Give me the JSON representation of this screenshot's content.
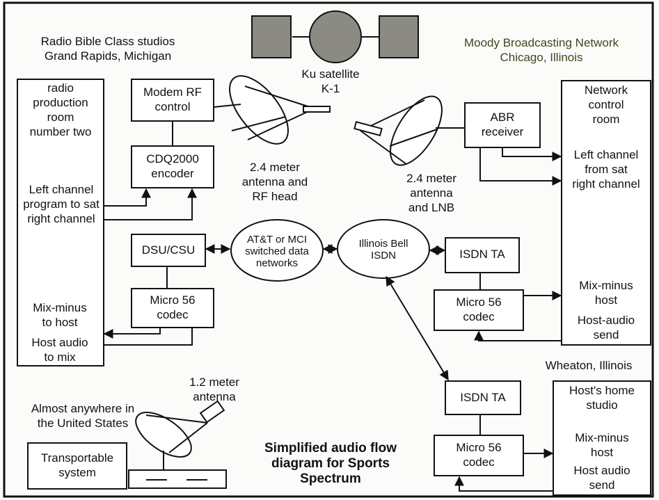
{
  "diagram": {
    "title_lines": [
      "Simplified audio flow",
      "diagram for Sports",
      "Spectrum"
    ],
    "sites": {
      "rbc": [
        "Radio Bible Class studios",
        "Grand Rapids, Michigan"
      ],
      "moody": [
        "Moody Broadcasting Network",
        "Chicago, Illinois"
      ],
      "wheaton": "Wheaton, Illinois",
      "anywhere": [
        "Almost anywhere in",
        "the United States"
      ]
    },
    "satellite": [
      "Ku satellite",
      "K-1"
    ],
    "rooms": {
      "production": [
        "radio",
        "production",
        "room",
        "number two"
      ],
      "network": [
        "Network",
        "control",
        "room"
      ],
      "home": [
        "Host's home",
        "studio"
      ]
    },
    "boxes": {
      "modem": [
        "Modem RF",
        "control"
      ],
      "cdq": [
        "CDQ2000",
        "encoder"
      ],
      "dsu": "DSU/CSU",
      "micro_left": [
        "Micro 56",
        "codec"
      ],
      "abr": [
        "ABR",
        "receiver"
      ],
      "isdn_chicago": "ISDN TA",
      "micro_chicago": [
        "Micro 56",
        "codec"
      ],
      "isdn_wheaton": "ISDN TA",
      "micro_wheaton": [
        "Micro 56",
        "codec"
      ],
      "transportable": [
        "Transportable",
        "system"
      ]
    },
    "networks": {
      "att": [
        "AT&T or MCI",
        "switched data",
        "networks"
      ],
      "ibell": [
        "Illinois Bell",
        "ISDN"
      ]
    },
    "antennas": {
      "left": [
        "2.4 meter",
        "antenna and",
        "RF head"
      ],
      "right": [
        "2.4 meter",
        "antenna",
        "and LNB"
      ],
      "small": [
        "1.2 meter",
        "antenna"
      ]
    },
    "signals": {
      "left_program": [
        "Left channel",
        "program to sat",
        "right channel"
      ],
      "left_mix": [
        "Mix-minus",
        "to host"
      ],
      "left_host_audio": [
        "Host audio",
        "to mix"
      ],
      "right_from_sat": [
        "Left channel",
        "from sat",
        "right channel"
      ],
      "right_mix": [
        "Mix-minus",
        "host"
      ],
      "right_host_audio": [
        "Host-audio",
        "send"
      ],
      "home_mix": [
        "Mix-minus",
        "host"
      ],
      "home_host_audio": [
        "Host audio",
        "send"
      ]
    }
  }
}
